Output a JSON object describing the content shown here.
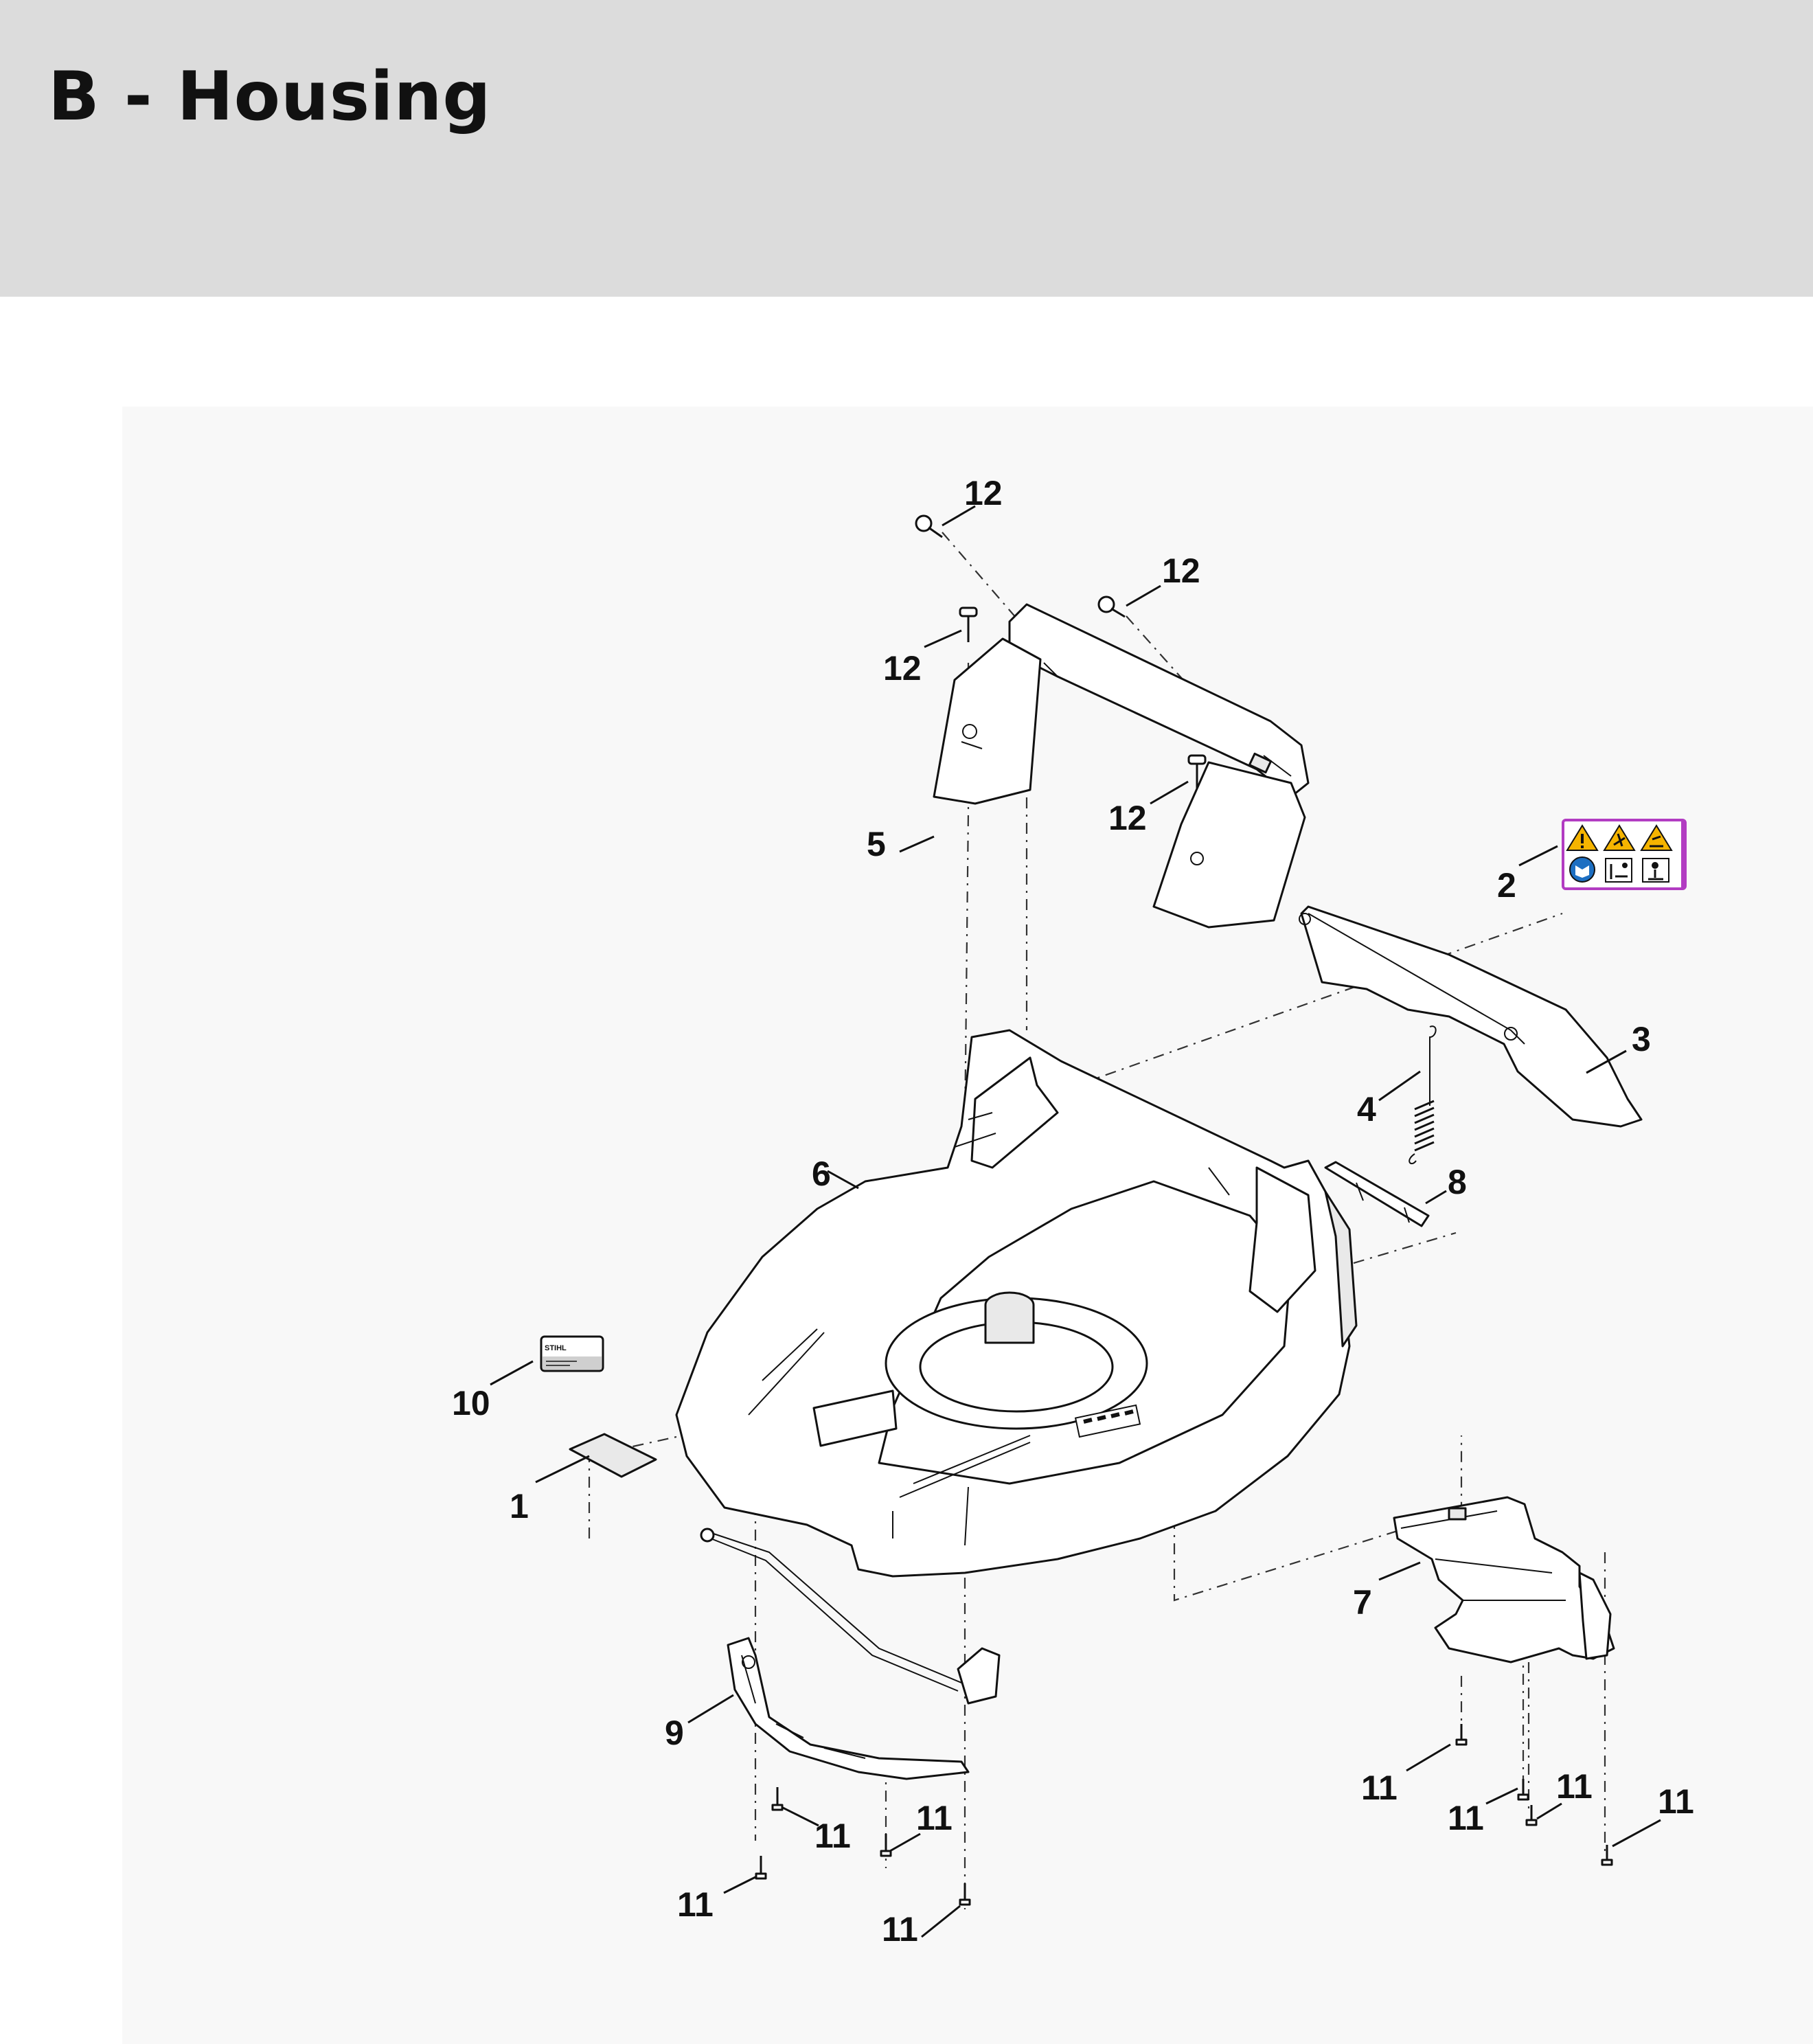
{
  "page": {
    "title": "B - Housing"
  },
  "callouts": {
    "c1": "1",
    "c2": "2",
    "c3": "3",
    "c4": "4",
    "c5": "5",
    "c6": "6",
    "c7": "7",
    "c8": "8",
    "c9": "9",
    "c10": "10",
    "c11": "11",
    "c12": "12"
  },
  "label_10": {
    "brand": "STIHL"
  },
  "colors": {
    "warning_yellow": "#f5b400",
    "mandatory_blue": "#1d6fc2",
    "decal_border": "#b23cc2",
    "header_bg": "#dcdcdc"
  }
}
